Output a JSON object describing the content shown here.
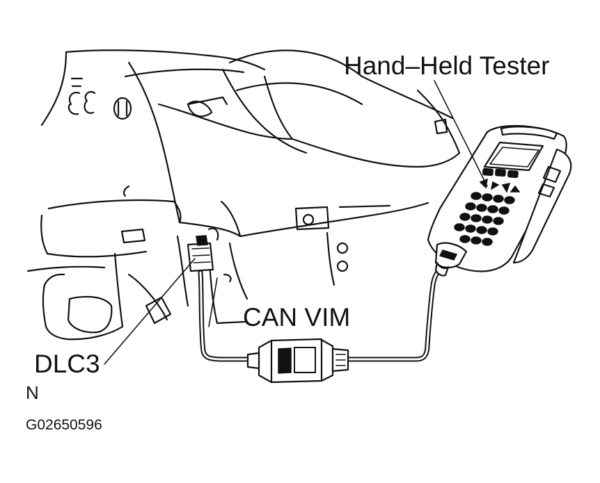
{
  "labels": {
    "hand_held_tester": "Hand–Held Tester",
    "can_vim": "CAN VIM",
    "dlc3": "DLC3",
    "n_mark": "N",
    "figure_code": "G02650596"
  }
}
